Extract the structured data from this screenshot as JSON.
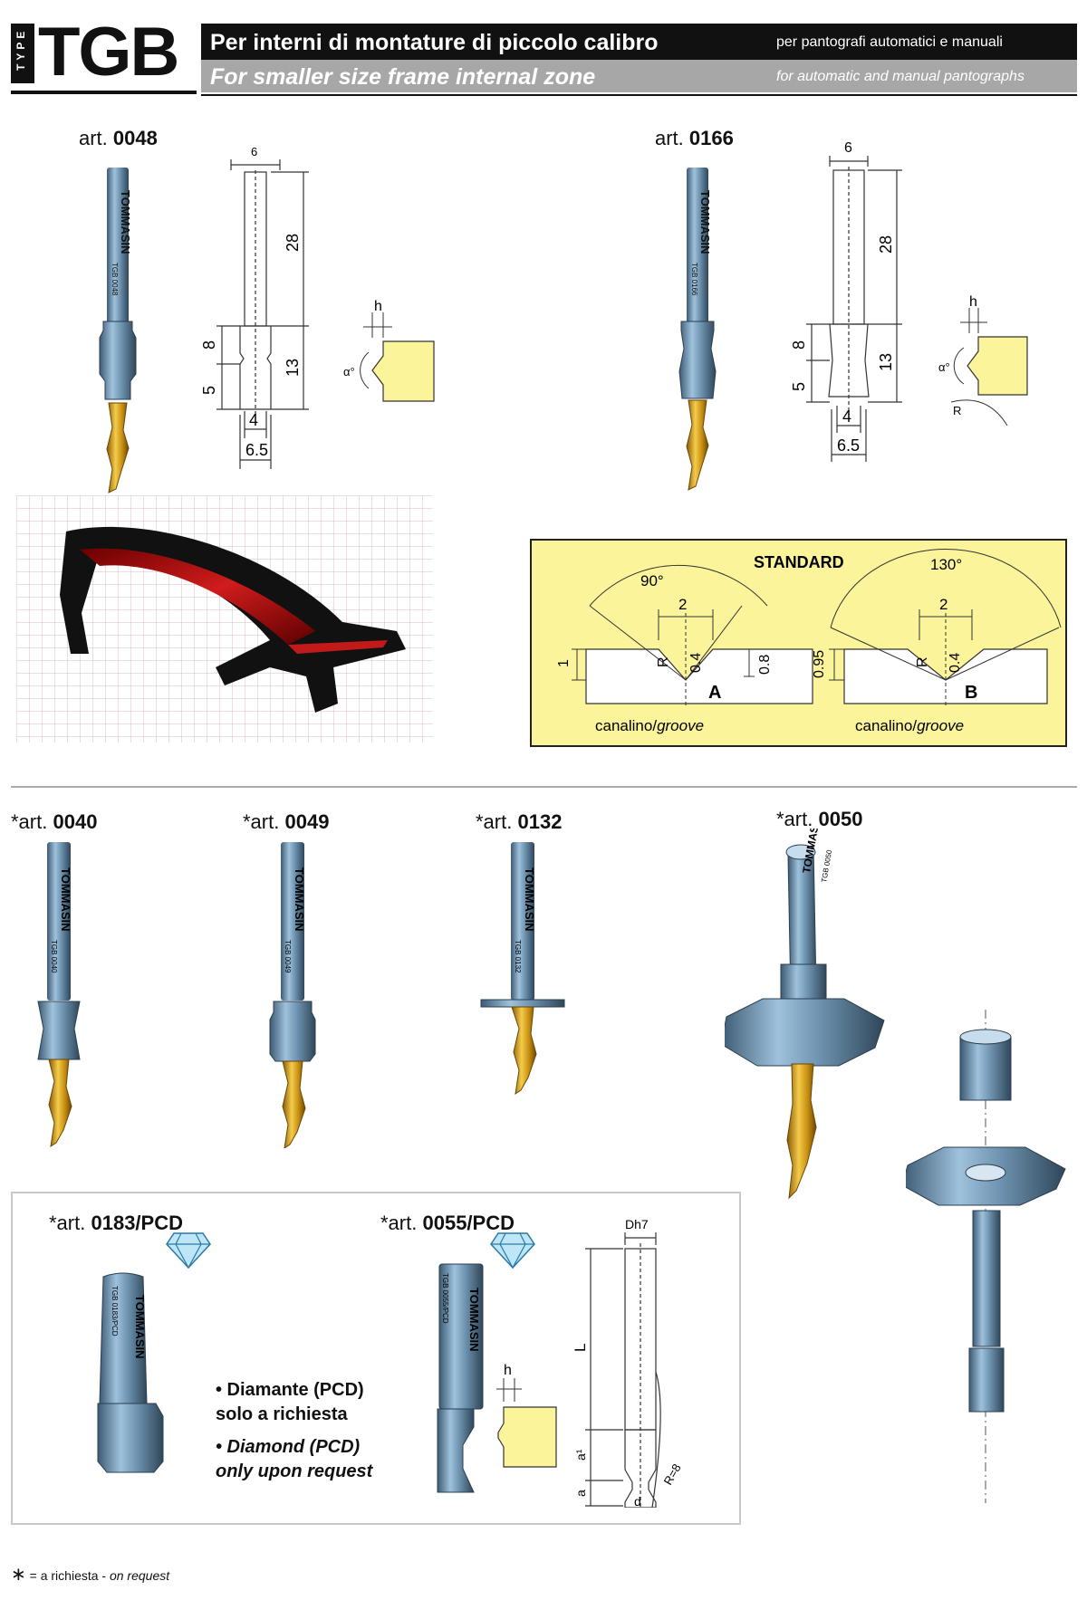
{
  "header": {
    "type_label": "TYPE",
    "brand": "TGB",
    "title_it": "Per interni di montature di piccolo calibro",
    "subtitle_it": "per pantografi automatici e manuali",
    "title_en": "For smaller size frame internal zone",
    "subtitle_en": "for automatic and manual pantographs"
  },
  "articles": {
    "a0048": {
      "prefix": "art.",
      "code": "0048"
    },
    "a0166": {
      "prefix": "art.",
      "code": "0166"
    },
    "a0040": {
      "prefix": "*art.",
      "code": "0040"
    },
    "a0049": {
      "prefix": "*art.",
      "code": "0049"
    },
    "a0132": {
      "prefix": "*art.",
      "code": "0132"
    },
    "a0050": {
      "prefix": "*art.",
      "code": "0050"
    },
    "a0183": {
      "prefix": "*art.",
      "code": "0183/PCD"
    },
    "a0055": {
      "prefix": "*art.",
      "code": "0055/PCD"
    }
  },
  "dims": {
    "d6": "6",
    "d28": "28",
    "d8": "8",
    "d5": "5",
    "d13": "13",
    "d4": "4",
    "d65": "6.5",
    "h": "h",
    "alpha": "α°",
    "r": "R"
  },
  "standard": {
    "title": "STANDARD",
    "a_angle": "90°",
    "b_angle": "130°",
    "w2": "2",
    "r": "R",
    "d04": "0.4",
    "a_left": "1",
    "a_right": "0.8",
    "b_left": "0.95",
    "a_label": "A",
    "b_label": "B",
    "groove_it": "canalino/",
    "groove_en": "groove"
  },
  "tools": {
    "brand_mark": "TOMMASIN",
    "t0048": "TGB 0048",
    "t0166": "TGB 0166",
    "t0040": "TGB 0040",
    "t0049": "TGB 0049",
    "t0132": "TGB 0132",
    "t0050": "TGB 0050",
    "t0183": "TGB 0183/PCD",
    "t0055": "TGB 0055/PCD"
  },
  "pcd_dims": {
    "dh7": "Dh7",
    "l": "L",
    "a1": "a¹",
    "a": "a",
    "d": "d",
    "r8": "R=8",
    "h": "h"
  },
  "notes": {
    "it_line1": "• Diamante (PCD)",
    "it_line2": "solo a richiesta",
    "en_line1": "• Diamond (PCD)",
    "en_line2": "only upon request"
  },
  "footer": {
    "star": "∗",
    "it": " = a richiesta - ",
    "en": "on request"
  },
  "colors": {
    "gold": "#d4a01a",
    "steel": "#6f98b6",
    "cream": "#fbf49a",
    "frame_red": "#c21a1a"
  }
}
